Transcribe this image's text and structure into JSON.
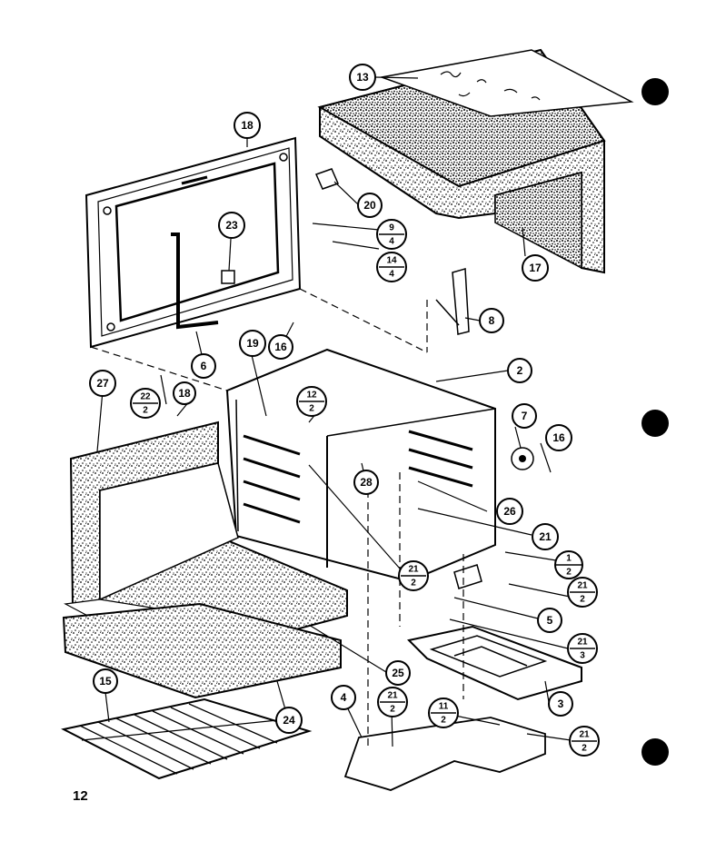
{
  "page": {
    "number": "12"
  },
  "callouts": {
    "c1": {
      "top": "13"
    },
    "c2": {
      "top": "18"
    },
    "c3": {
      "top": "20"
    },
    "c4": {
      "top": "9",
      "bottom": "4"
    },
    "c5": {
      "top": "14",
      "bottom": "4"
    },
    "c6": {
      "top": "17"
    },
    "c7": {
      "top": "23"
    },
    "c8": {
      "top": "8"
    },
    "c9": {
      "top": "16"
    },
    "c10": {
      "top": "6"
    },
    "c11": {
      "top": "19"
    },
    "c12": {
      "top": "2"
    },
    "c13": {
      "top": "27"
    },
    "c14": {
      "top": "12",
      "bottom": "2"
    },
    "c15": {
      "top": "22",
      "bottom": "2"
    },
    "c16": {
      "top": "18"
    },
    "c17": {
      "top": "7"
    },
    "c18": {
      "top": "16"
    },
    "c19": {
      "top": "28"
    },
    "c20": {
      "top": "26"
    },
    "c21": {
      "top": "21"
    },
    "c22": {
      "top": "21",
      "bottom": "2"
    },
    "c23": {
      "top": "1",
      "bottom": "2"
    },
    "c24": {
      "top": "21",
      "bottom": "2"
    },
    "c25": {
      "top": "5"
    },
    "c26": {
      "top": "21",
      "bottom": "3"
    },
    "c27": {
      "top": "25"
    },
    "c28": {
      "top": "3"
    },
    "c29": {
      "top": "4"
    },
    "c30": {
      "top": "21",
      "bottom": "2"
    },
    "c31": {
      "top": "11",
      "bottom": "2"
    },
    "c32": {
      "top": "21",
      "bottom": "2"
    },
    "c33": {
      "top": "15"
    },
    "c34": {
      "top": "24"
    }
  }
}
